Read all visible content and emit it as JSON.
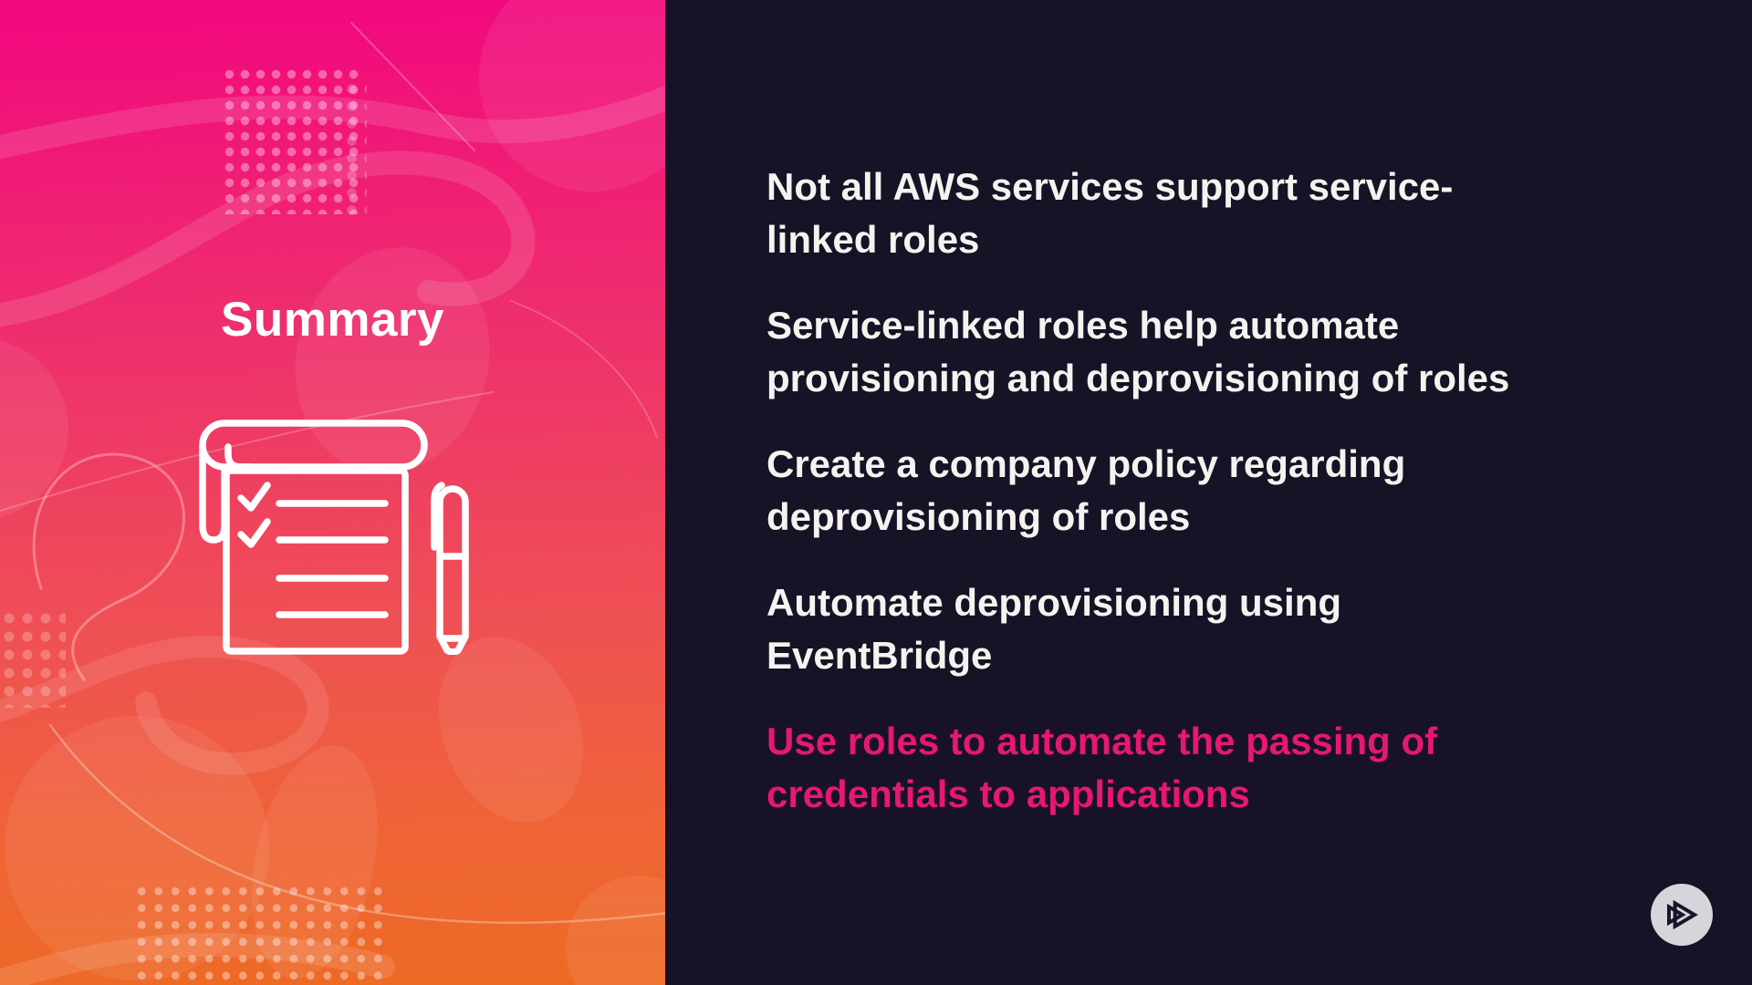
{
  "slide": {
    "title": "Summary",
    "bullets": [
      {
        "lines": [
          "Not all AWS services support service-",
          "linked roles"
        ],
        "emphasis": false
      },
      {
        "lines": [
          "Service-linked roles help automate",
          "provisioning and deprovisioning of roles"
        ],
        "emphasis": false
      },
      {
        "lines": [
          "Create a company policy regarding",
          "deprovisioning of roles"
        ],
        "emphasis": false
      },
      {
        "lines": [
          "Automate deprovisioning using",
          "EventBridge"
        ],
        "emphasis": false
      },
      {
        "lines": [
          "Use roles to automate the passing of",
          "credentials to applications"
        ],
        "emphasis": true
      }
    ],
    "icons": {
      "left_icon": "checklist-scroll-with-pen-icon",
      "logo_icon": "pluralsight-play-icon"
    },
    "colors": {
      "accent_pink": "#e6186f",
      "background_dark": "#181226",
      "gradient_top": "#f2077f",
      "gradient_bottom": "#ed6a24",
      "text_white": "#f5f3ef",
      "logo_circle": "#d7d4db"
    }
  }
}
